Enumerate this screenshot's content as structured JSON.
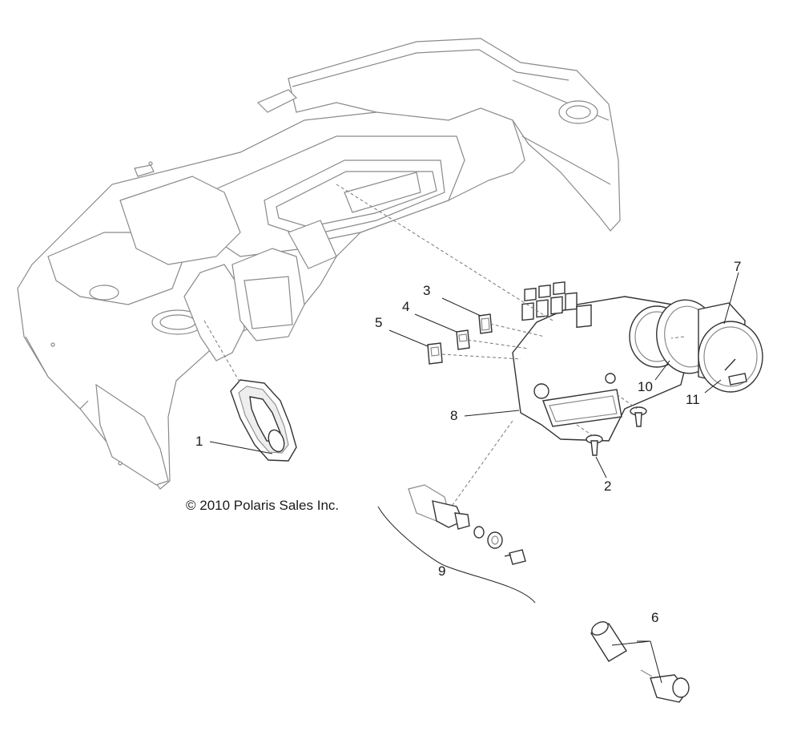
{
  "copyright": "© 2010 Polaris Sales Inc.",
  "callouts": {
    "c1": "1",
    "c2": "2",
    "c3": "3",
    "c4": "4",
    "c5": "5",
    "c6": "6",
    "c7": "7",
    "c8": "8",
    "c9": "9",
    "c10": "10",
    "c11": "11"
  }
}
